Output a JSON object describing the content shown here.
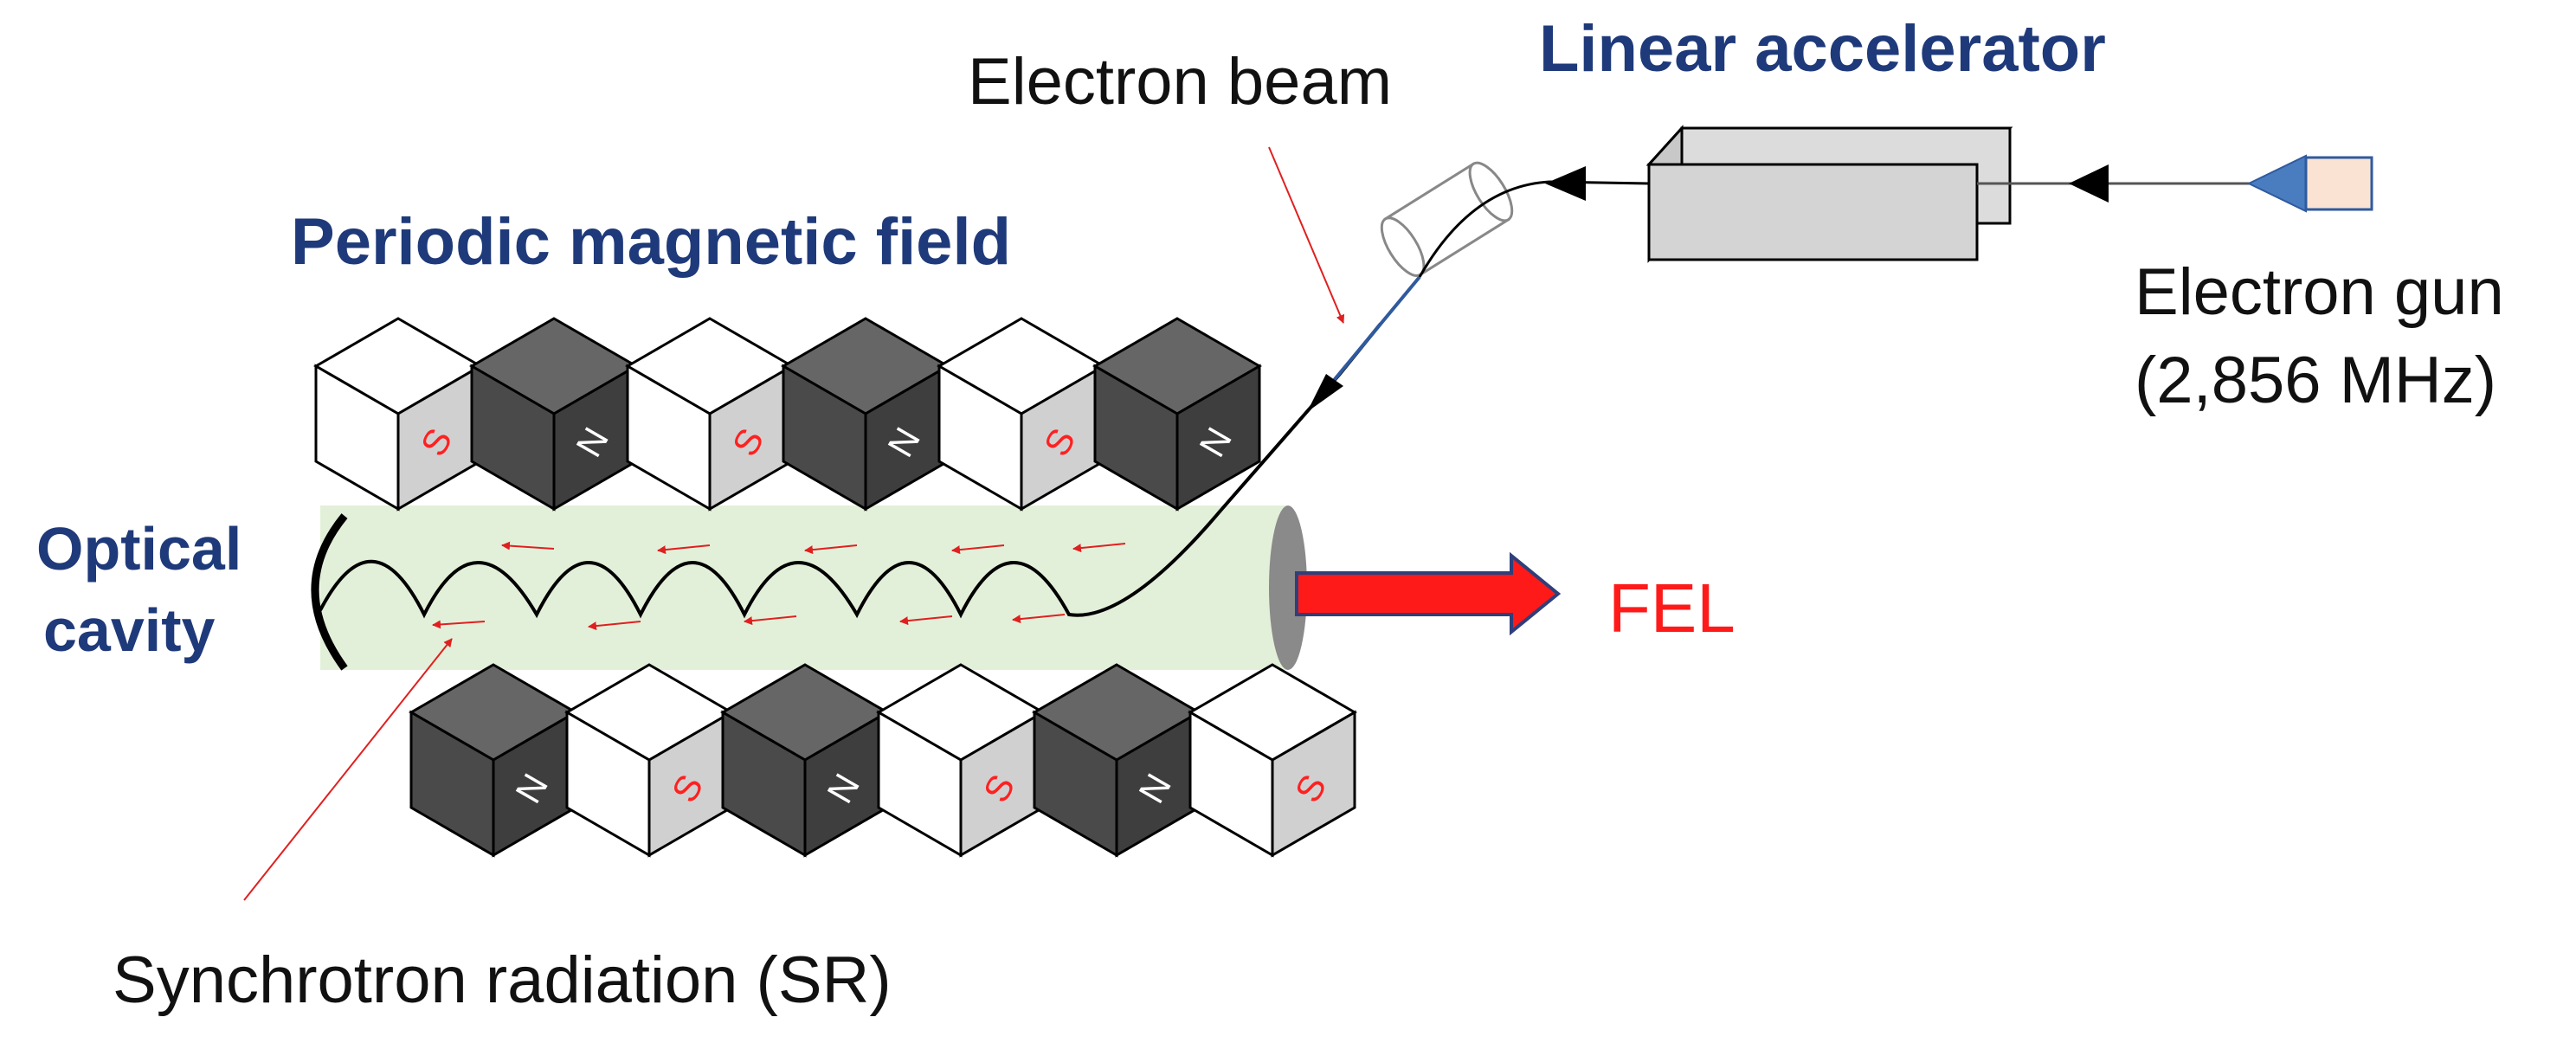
{
  "labels": {
    "electron_beam": "Electron beam",
    "linear_accelerator": "Linear accelerator",
    "periodic_magnetic_field": "Periodic magnetic field",
    "electron_gun": "Electron gun",
    "electron_gun_freq": "(2,856 MHz)",
    "optical": "Optical",
    "cavity": "cavity",
    "fel": "FEL",
    "synchrotron": "Synchrotron radiation (SR)"
  },
  "magnets": {
    "top_row": [
      "S",
      "N",
      "S",
      "N",
      "S",
      "N"
    ],
    "bottom_row": [
      "N",
      "S",
      "N",
      "S",
      "N",
      "S"
    ]
  },
  "colors": {
    "title_navy": "#1f3a7a",
    "text_black": "#111111",
    "fel_red": "#ff1a1a",
    "cavity_green": "#e3f0d9",
    "magnet_dark": "#555555",
    "magnet_light": "#ffffff",
    "pole_red": "#ff2020",
    "gun_blue": "#4a7cc0",
    "gun_peach": "#fbe3d4",
    "accelerator_grey": "#dcdcdc"
  }
}
